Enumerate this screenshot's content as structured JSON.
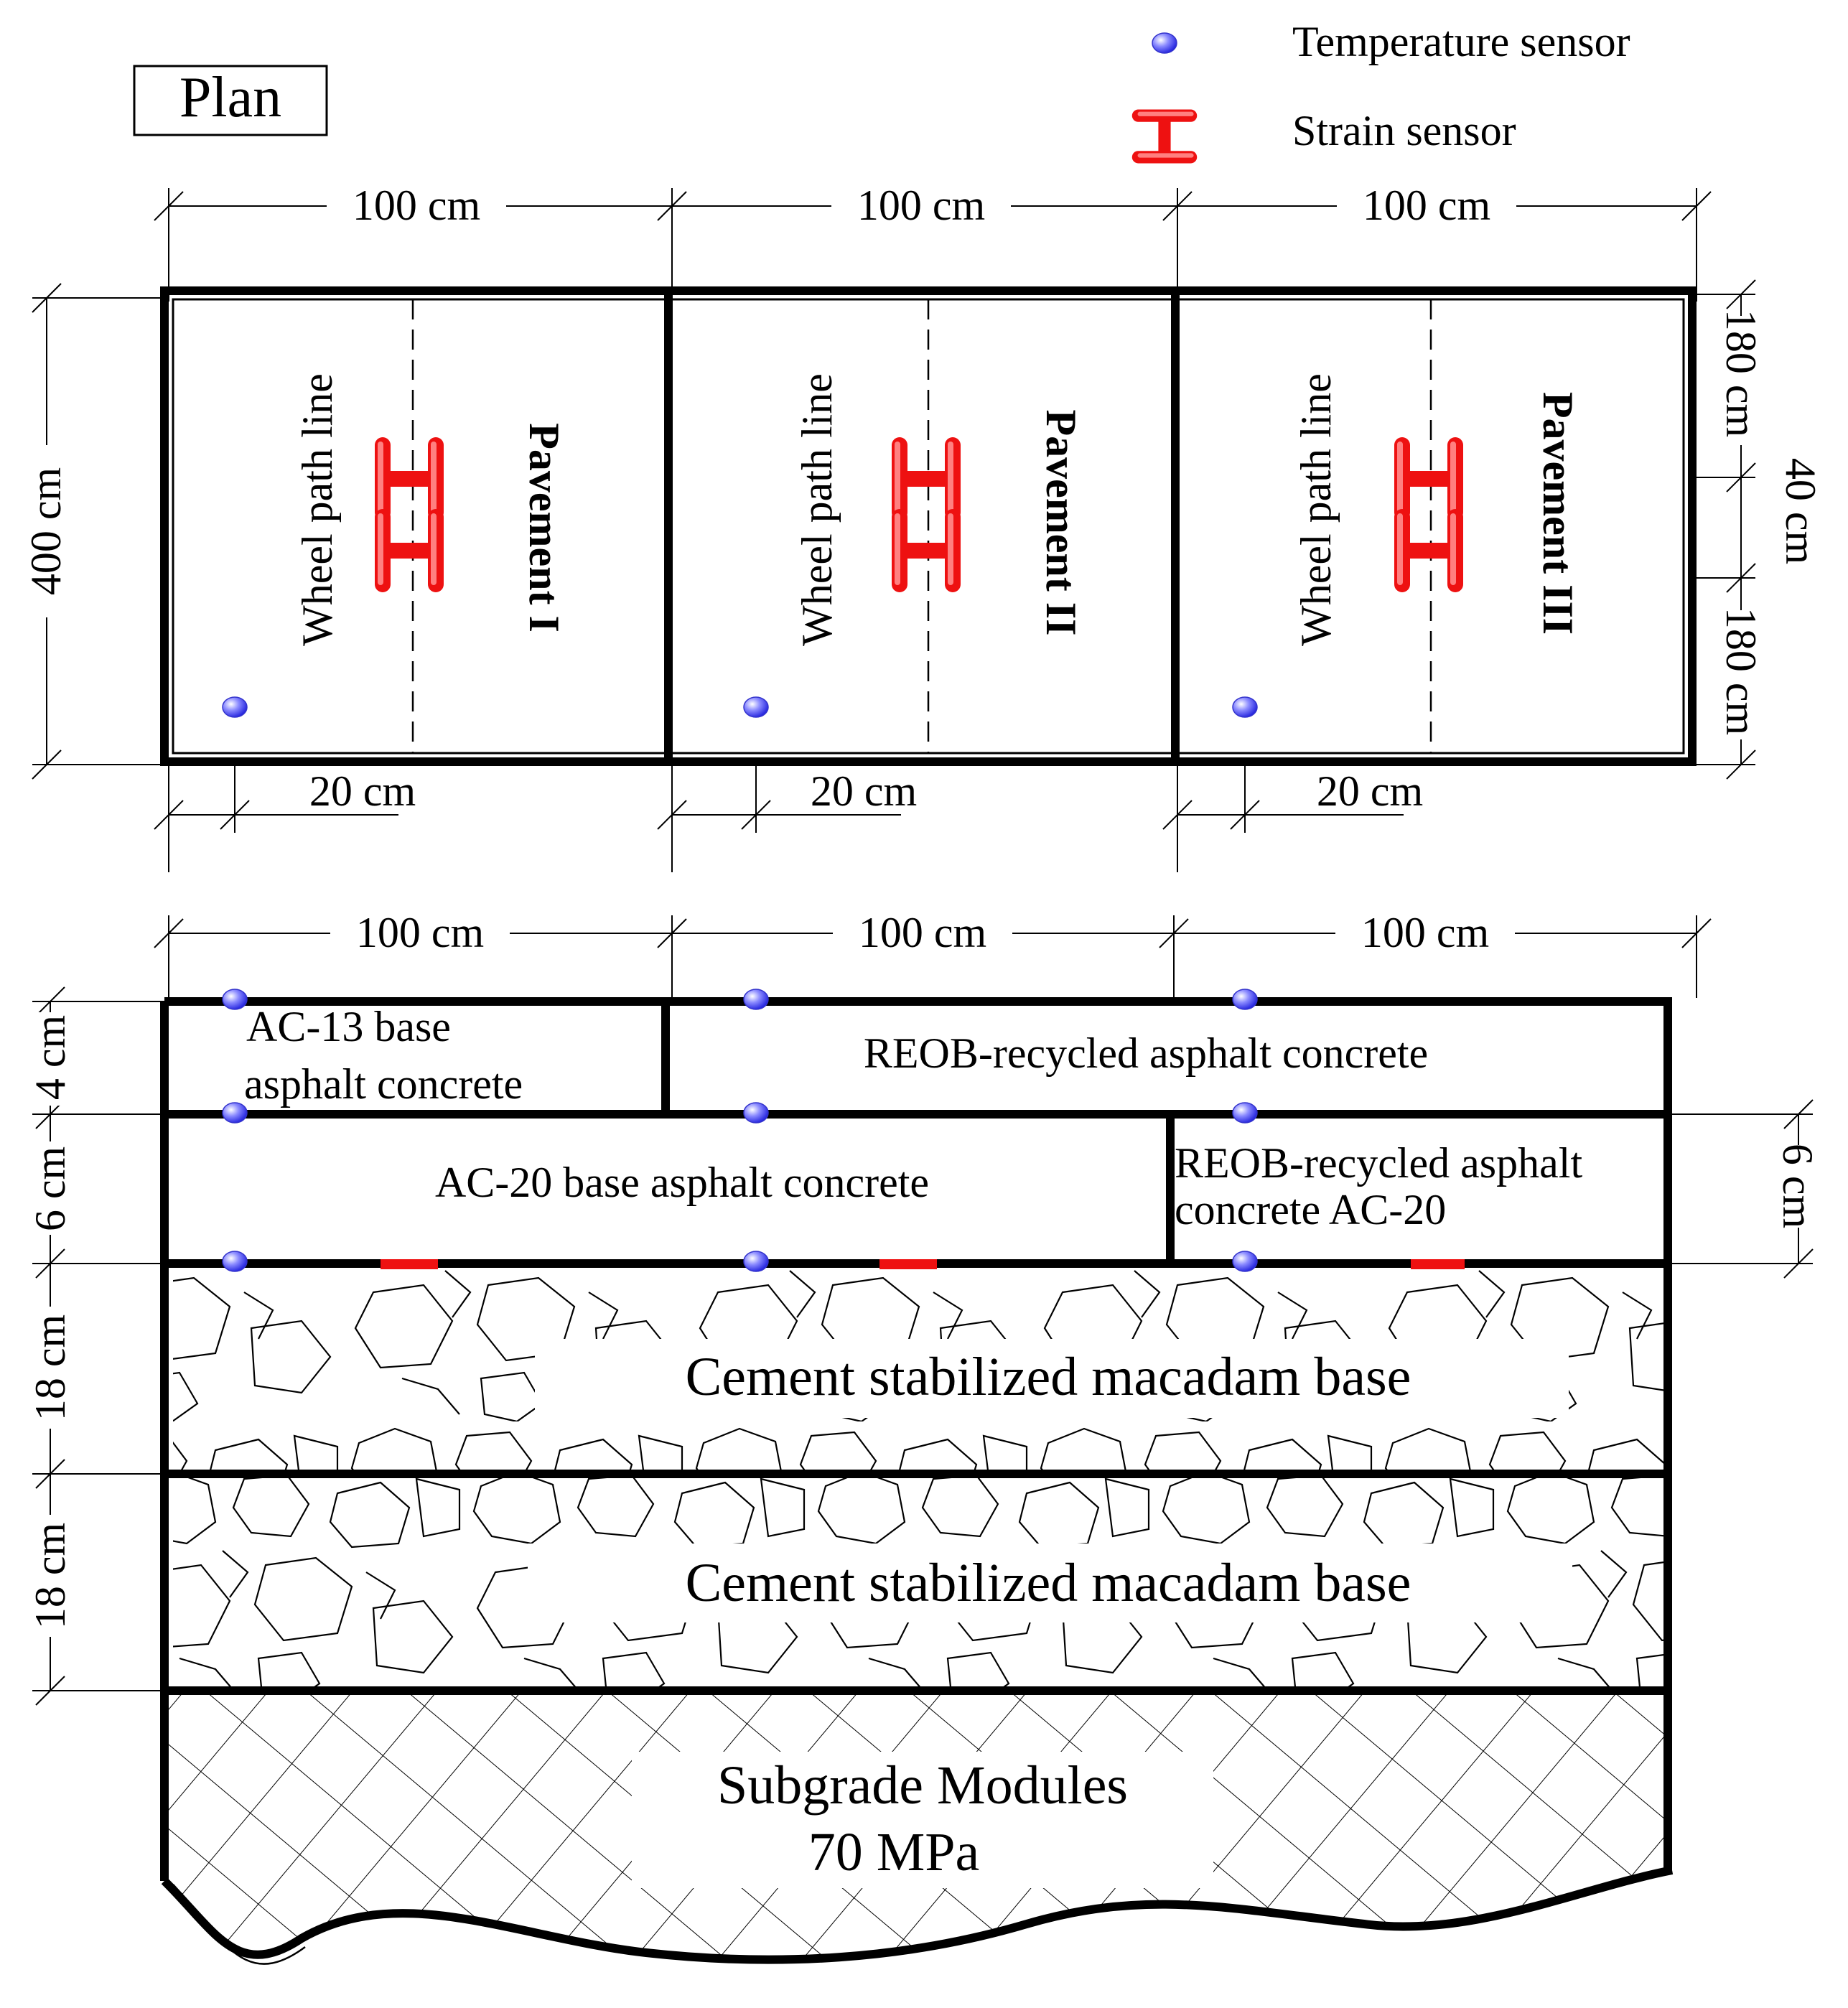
{
  "plan_label": "Plan",
  "legend": {
    "temperature_sensor": "Temperature sensor",
    "strain_sensor": "Strain sensor",
    "temperature_color": "#3a3aff",
    "strain_color": "#ee1111"
  },
  "plan": {
    "widths": [
      "100 cm",
      "100 cm",
      "100 cm"
    ],
    "length": "400 cm",
    "wheel_path": "Wheel path line",
    "sensor_offset": "20 cm",
    "right_dims": [
      "180 cm",
      "40 cm",
      "180 cm"
    ],
    "pavements": [
      "Pavement I",
      "Pavement II",
      "Pavement III"
    ]
  },
  "section": {
    "widths": [
      "100 cm",
      "100 cm",
      "100 cm"
    ],
    "left_dims": [
      "4 cm",
      "6 cm",
      "18 cm",
      "18 cm"
    ],
    "right_dim": "6 cm",
    "layers": {
      "ac13_line1": "AC-13 base",
      "ac13_line2": "asphalt concrete",
      "reob_top": "REOB-recycled asphalt concrete",
      "ac20": "AC-20 base asphalt concrete",
      "reob_mid_line1": "REOB-recycled asphalt",
      "reob_mid_line2": "concrete AC-20",
      "base1": "Cement stabilized macadam base",
      "base2": "Cement stabilized macadam base",
      "subgrade_line1": "Subgrade Modules",
      "subgrade_line2": "70 MPa"
    }
  }
}
